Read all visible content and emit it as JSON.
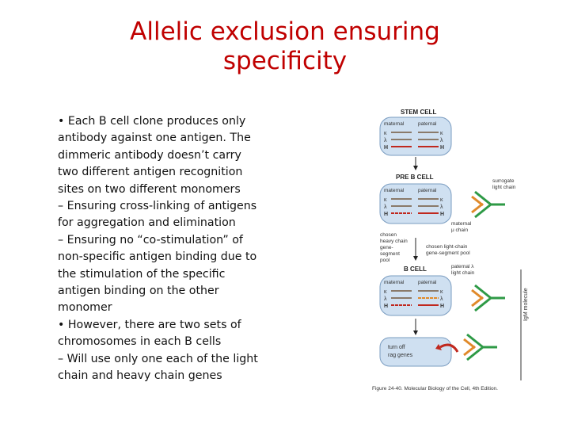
{
  "slide": {
    "title_lines": [
      "Allelic exclusion ensuring",
      "specificity"
    ],
    "body_lines": [
      "• Each B cell clone produces only",
      "antibody against one antigen. The",
      "dimmeric antibody doesn’t carry",
      "two different antigen recognition",
      "sites on two different monomers",
      "– Ensuring cross-linking of antigens",
      "for aggregation and elimination",
      "– Ensuring no “co-stimulation” of",
      "non-specific antigen binding due to",
      "the stimulation of the specific",
      "antigen binding on the other",
      "monomer",
      "• However, there are two sets of",
      "chromosomes in each B cells",
      "– Will use only one each of the light",
      "chain and heavy chain genes"
    ]
  },
  "figure": {
    "stem_cell": "STEM CELL",
    "pre_b_cell": "PRE B CELL",
    "b_cell": "B CELL",
    "maternal": "maternal",
    "paternal": "paternal",
    "kappa": "κ",
    "lambda": "λ",
    "heavy": "H",
    "surrogate_light_chain": [
      "surrogate",
      "light chain"
    ],
    "maternal_mu_chain": [
      "maternal",
      "μ chain"
    ],
    "chosen_heavy_chain": [
      "chosen",
      "heavy chain",
      "gene-",
      "segment",
      "pool"
    ],
    "chosen_light_chain": [
      "chosen light-chain",
      "gene-segment pool"
    ],
    "paternal_lambda_light_chain": [
      "paternal λ",
      "light chain"
    ],
    "igm_molecule": "IgM molecule",
    "turn_off_rag": [
      "turn off",
      "rag genes"
    ],
    "caption": "Figure 24-40. Molecular Biology of the Cell, 4th Edition.",
    "colors": {
      "red": "#c0281e",
      "green": "#2e9a46",
      "orange": "#e08a2a",
      "blue": "#1e5aa8",
      "box_fill": "#cfe0f1"
    }
  }
}
